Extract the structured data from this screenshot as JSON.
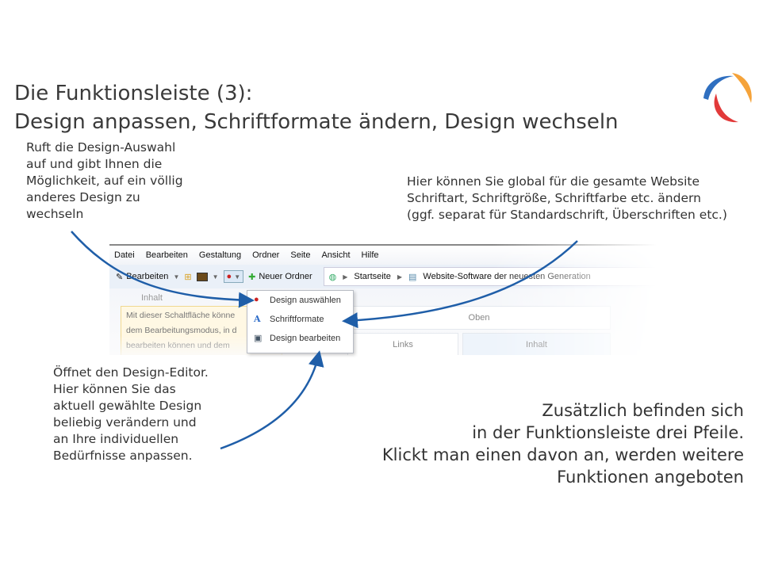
{
  "title": {
    "line1": "Die Funktionsleiste (3):",
    "line2": "Design anpassen, Schriftformate ändern, Design wechseln"
  },
  "notes": {
    "design_select": [
      "Ruft die Design-Auswahl",
      "auf und gibt Ihnen die",
      "Möglichkeit, auf ein völlig",
      "anderes Design zu",
      "wechseln"
    ],
    "fonts": [
      "Hier können Sie global für die gesamte Website",
      "Schriftart, Schriftgröße, Schriftfarbe etc. ändern",
      "(ggf. separat für Standardschrift, Überschriften etc.)"
    ],
    "editor": [
      "Öffnet den Design-Editor.",
      "Hier können Sie das",
      "aktuell gewählte Design",
      "beliebig verändern und",
      "an Ihre individuellen",
      "Bedürfnisse anpassen."
    ],
    "arrows": [
      "Zusätzlich befinden sich",
      "in der Funktionsleiste drei Pfeile.",
      "Klickt man einen davon an, werden weitere",
      "Funktionen angeboten"
    ]
  },
  "menu": [
    "Datei",
    "Bearbeiten",
    "Gestaltung",
    "Ordner",
    "Seite",
    "Ansicht",
    "Hilfe"
  ],
  "toolbar": {
    "edit": "Bearbeiten",
    "new_folder": "Neuer Ordner",
    "crumb_home": "Startseite",
    "crumb_page": "Website-Software der neuesten Generation"
  },
  "content": {
    "tree_item": "Inhalt",
    "tooltip": [
      "Mit dieser Schaltfläche könne",
      "dem Bearbeitungsmodus, in d",
      "bearbeiten können und dem"
    ],
    "top": "Oben",
    "left": "Links",
    "main": "Inhalt"
  },
  "popup": [
    "Design auswählen",
    "Schriftformate",
    "Design bearbeiten"
  ],
  "colors": {
    "arrow": "#1f5ea8"
  }
}
